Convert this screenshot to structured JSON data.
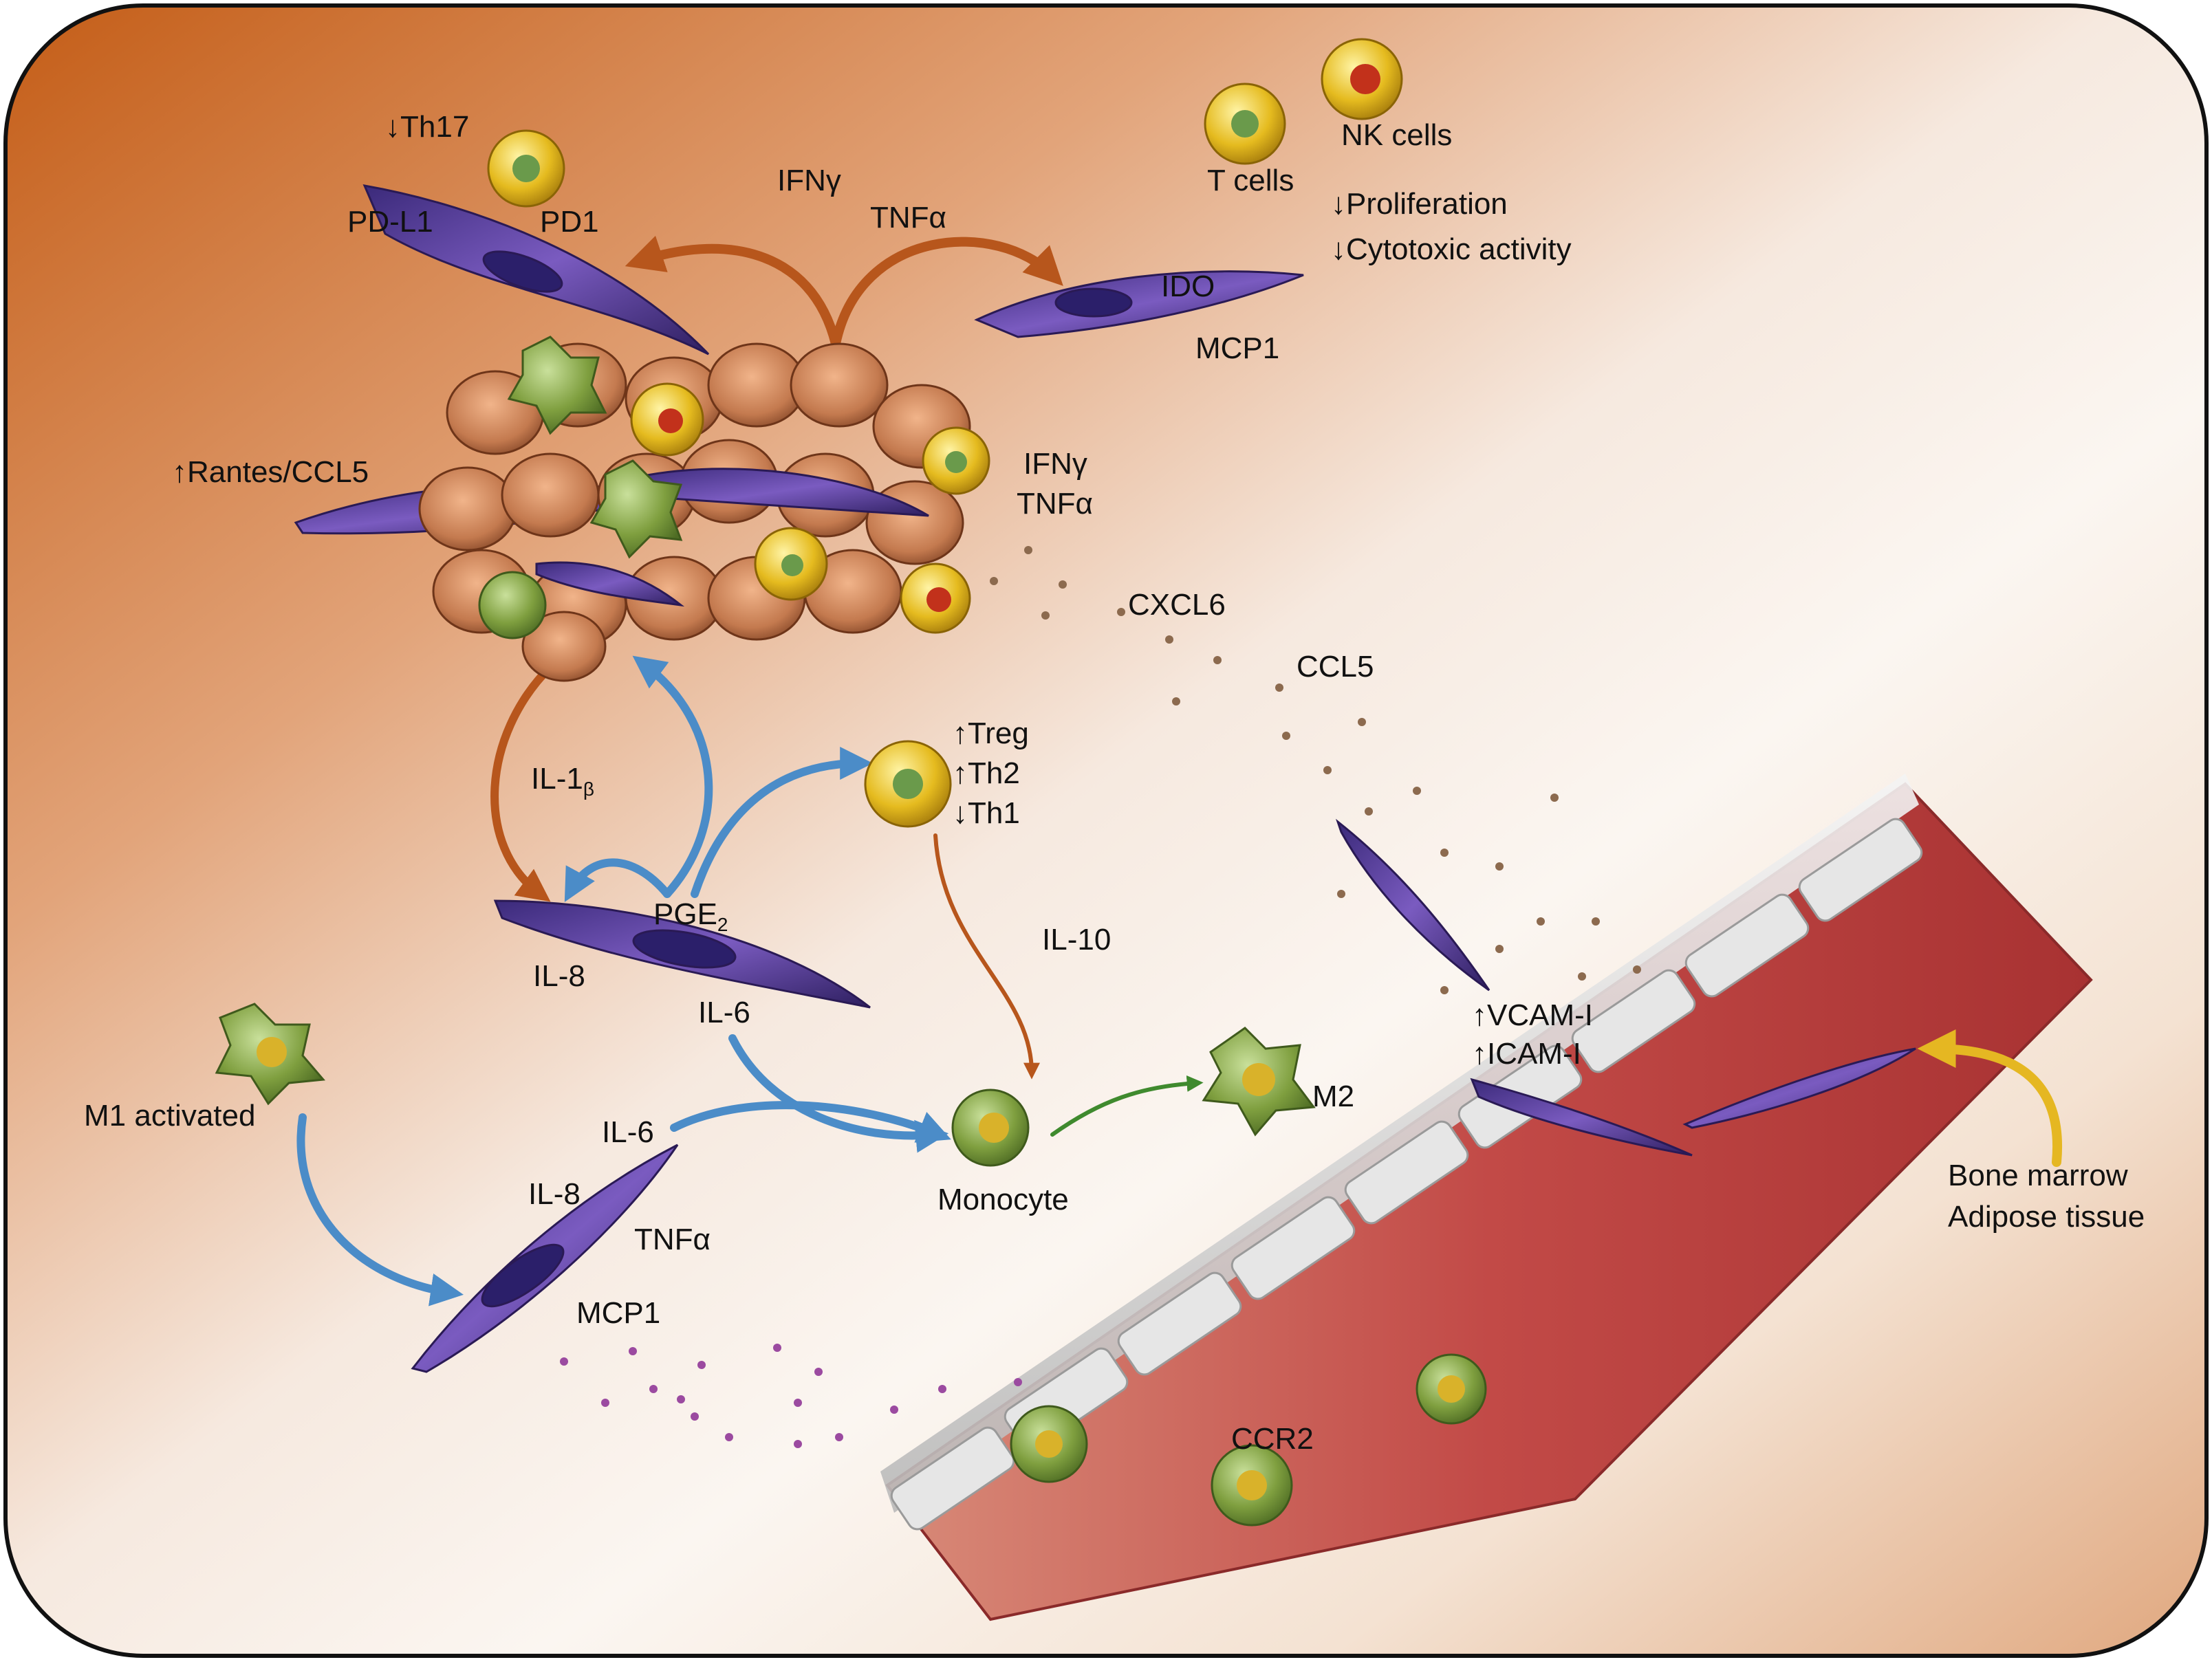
{
  "colors": {
    "bg_orange": "#c8651f",
    "bg_light": "#f7efe8",
    "arrow_orange": "#b7561c",
    "arrow_blue": "#4b8cc8",
    "arrow_green": "#3f8a2e",
    "arrow_yellow": "#e5b722",
    "vessel_red": "#b83a3a",
    "stromal_purple": "#5a3f9a",
    "tcell_yellow": "#e9c229",
    "rbc_brown": "#c47a4f",
    "macrophage_green": "#8fae6a",
    "chemokine_brown": "#8c6a4e",
    "chemokine_purple": "#9b4aa0"
  },
  "labels": {
    "th17": "↓Th17",
    "pd_l1": "PD-L1",
    "pd1": "PD1",
    "ifng_top": "IFNγ",
    "tnfa_top": "TNFα",
    "t_cells": "T cells",
    "nk_cells": "NK cells",
    "proliferation": "↓Proliferation",
    "cytotoxic": "↓Cytotoxic activity",
    "ido": "IDO",
    "mcp1_top": "MCP1",
    "rantes": "↑Rantes/CCL5",
    "ifng_mid": "IFNγ",
    "tnfa_mid": "TNFα",
    "cxcl6": "CXCL6",
    "ccl5": "CCL5",
    "il1_main": "IL-1",
    "il1_sub": "β",
    "treg": "↑Treg",
    "th2": "↑Th2",
    "th1": "↓Th1",
    "pge_main": "PGE",
    "pge_sub": "2",
    "il8_mid": "IL-8",
    "il10": "IL-10",
    "il6_mid": "IL-6",
    "vcam": "↑VCAM-I",
    "icam": "↑ICAM-I",
    "m1": "M1 activated",
    "il6_low": "IL-6",
    "m2": "M2",
    "bone_marrow": "Bone marrow",
    "adipose": "Adipose tissue",
    "il8_low": "IL-8",
    "tnfa_low": "TNFα",
    "monocyte": "Monocyte",
    "mcp1_low": "MCP1",
    "ccr2": "CCR2"
  }
}
